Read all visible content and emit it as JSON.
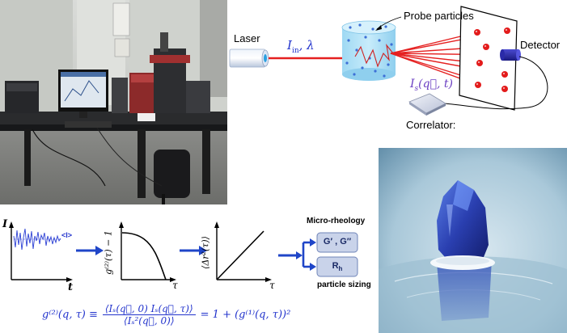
{
  "setup": {
    "laser_label": "Laser",
    "beam_label": "I",
    "beam_sub": "in",
    "beam_lambda": ",  λ",
    "probe_label": "Probe particles",
    "detector_label": "Detector",
    "scatter_label": "I",
    "scatter_sub": "s",
    "scatter_args": "(q⃗, t)",
    "correlator_label": "Correlator:"
  },
  "workflow": {
    "intensity_axis": "I",
    "time_axis": "t",
    "mean_marker": "<I>",
    "g2_axis": "g⁽²⁾(τ) − 1",
    "tau_axis_1": "τ",
    "msd_axis": "⟨Δr²(τ)⟩",
    "tau_axis_2": "τ",
    "micro_rheology": "Micro-rheology",
    "moduli_box": "G′ , G″",
    "radius_box_main": "R",
    "radius_box_sub": "h",
    "particle_sizing": "particle sizing"
  },
  "equation": {
    "lhs": "g⁽²⁾(q, τ) ≡",
    "numerator": "⟨Iₛ(q⃗, 0) Iₛ(q⃗, τ)⟩",
    "denominator": "⟨Iₛ²(q⃗, 0)⟩",
    "rhs": "= 1 + (g⁽¹⁾(q, τ))²"
  },
  "colors": {
    "beam": "#e52020",
    "arrow": "#1f45c8",
    "text_blue": "#2233cc",
    "box_fill": "#c9d3ea"
  }
}
